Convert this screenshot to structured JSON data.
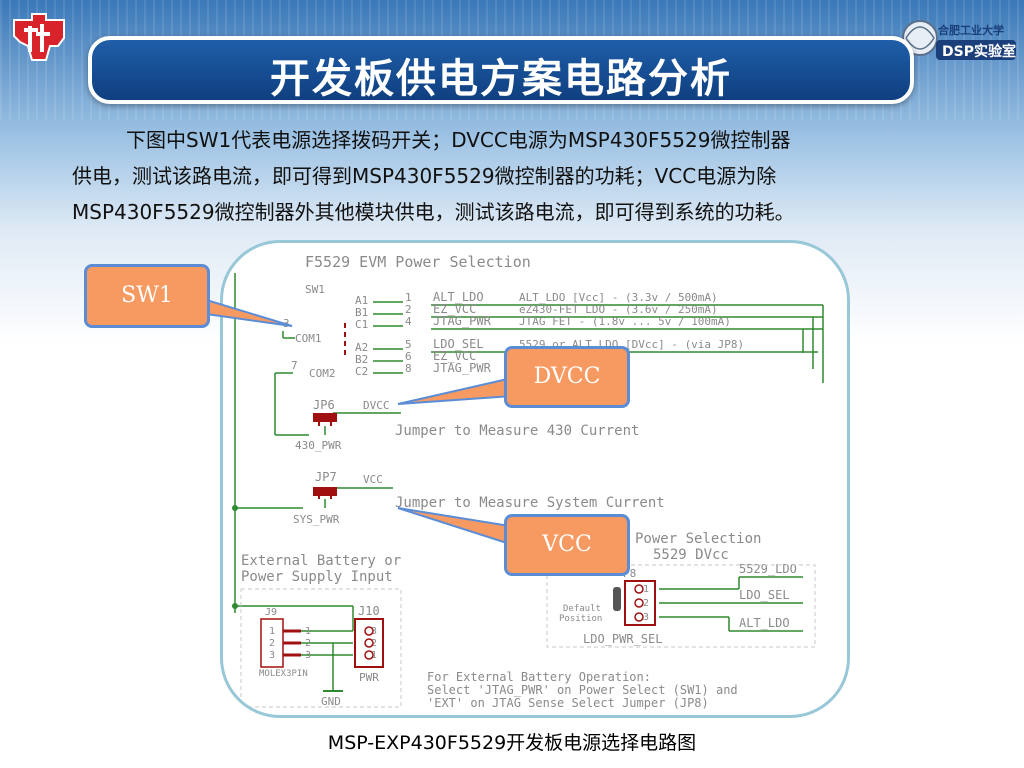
{
  "slide": {
    "title": "开发板供电方案电路分析",
    "paragraph": {
      "line1": "下图中SW1代表电源选择拨码开关；DVCC电源为MSP430F5529微控制器",
      "line2": "供电，测试该路电流，即可得到MSP430F5529微控制器的功耗；VCC电源为除",
      "line3": "MSP430F5529微控制器外其他模块供电，测试该路电流，即可得到系统的功耗。"
    },
    "caption": "MSP-EXP430F5529开发板电源选择电路图"
  },
  "logo_right": {
    "line1": "合肥工业大学",
    "line2": "DSP实验室"
  },
  "callouts": {
    "sw1": "SW1",
    "dvcc": "DVCC",
    "vcc": "VCC"
  },
  "schematic": {
    "title": "F5529 EVM Power Selection",
    "sw1": "SW1",
    "pins_a": [
      "A1",
      "B1",
      "C1"
    ],
    "pins_b": [
      "A2",
      "B2",
      "C2"
    ],
    "pin_nums_top": [
      "1",
      "2",
      "4"
    ],
    "pin_nums_bottom": [
      "5",
      "6",
      "8"
    ],
    "com1": "COM1",
    "com2": "COM2",
    "com1_num": "3",
    "com2_num": "7",
    "nets_top": [
      "ALT_LDO",
      "EZ_VCC",
      "JTAG_PWR"
    ],
    "nets_bottom": [
      "LDO_SEL",
      "EZ_VCC",
      "JTAG_PWR"
    ],
    "desc_top": [
      "ALT_LDO [Vcc] - (3.3v / 500mA)",
      "eZ430-FET LDO - (3.6v / 250mA)",
      "JTAG FET - (1.8v ... 5v / 100mA)"
    ],
    "desc_bottom": "5529 or ALT_LDO [DVcc] - (via JP8)",
    "jp6": "JP6",
    "jp6_net": "DVCC",
    "jp6_name": "430_PWR",
    "jp6_text": "Jumper to Measure 430 Current",
    "jp7": "JP7",
    "jp7_net": "VCC",
    "jp7_name": "SYS_PWR",
    "jp7_text": "Jumper to Measure System Current",
    "ext_title1": "External Battery or",
    "ext_title2": "Power Supply Input",
    "j9": "J9",
    "j9_name": "MOLEX3PIN",
    "j10": "J10",
    "j10_name": "PWR",
    "j9_pins": [
      "1",
      "2",
      "3"
    ],
    "j10_pins": [
      "3",
      "2",
      "1"
    ],
    "j10_mid_pins": [
      "1",
      "2",
      "3"
    ],
    "gnd": "GND",
    "sel_title1": "Power Selection",
    "sel_title2": "5529 DVcc",
    "jp8": "P8",
    "jp8_pins": [
      "1",
      "2",
      "3"
    ],
    "default_label1": "Default",
    "default_label2": "Position",
    "jp8_nets": [
      "5529_LDO",
      "LDO_SEL",
      "ALT_LDO"
    ],
    "ldo_pwr_sel": "LDO_PWR_SEL",
    "note1": "For External Battery Operation:",
    "note2": "Select 'JTAG_PWR' on Power Select (SW1) and",
    "note3": "'EXT' on JTAG Sense Select Jumper (JP8)",
    "colors": {
      "wire": "#2e8a2e",
      "text": "#8a8a8a",
      "part": "#a01010",
      "dash": "#c8c8c8"
    }
  }
}
